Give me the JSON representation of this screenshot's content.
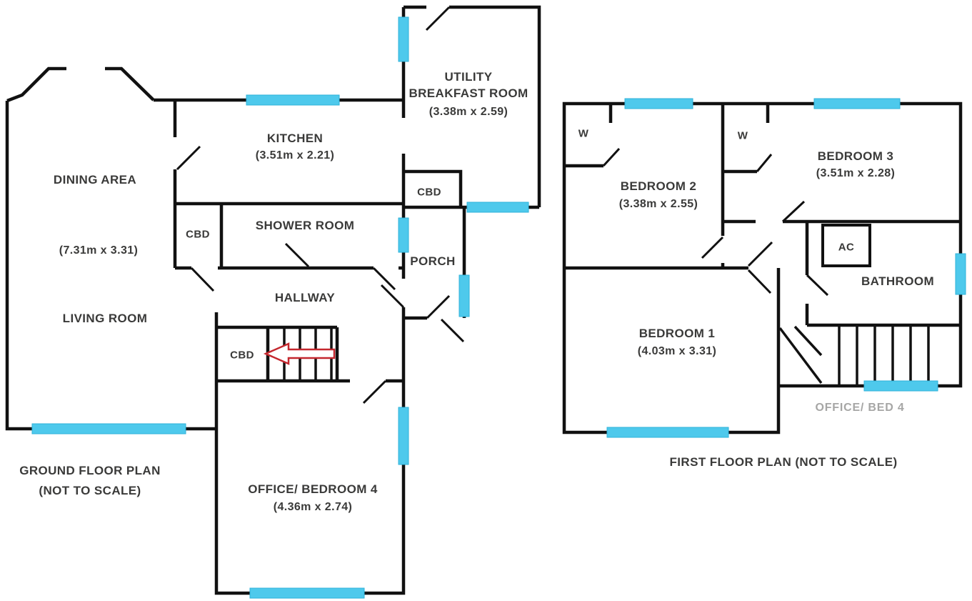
{
  "colors": {
    "wall": "#111111",
    "window_fill": "#4ec9ec",
    "window_stroke": "#2fb2da",
    "text": "#3a3a39",
    "muted_text": "#a6a6a5",
    "arrow": "#c4272e",
    "background": "#ffffff"
  },
  "ground_floor": {
    "title_line1": "GROUND FLOOR PLAN",
    "title_line2": "(NOT TO SCALE)",
    "rooms": {
      "dining": {
        "name": "DINING AREA",
        "dims": "(7.31m x 3.31)"
      },
      "living": {
        "name": "LIVING ROOM"
      },
      "kitchen": {
        "name": "KITCHEN",
        "dims": "(3.51m x 2.21)"
      },
      "utility": {
        "name_line1": "UTILITY",
        "name_line2": "BREAKFAST ROOM",
        "dims": "(3.38m x 2.59)"
      },
      "shower": {
        "name": "SHOWER ROOM"
      },
      "porch": {
        "name": "PORCH"
      },
      "hallway": {
        "name": "HALLWAY"
      },
      "office": {
        "name": "OFFICE/ BEDROOM 4",
        "dims": "(4.36m x 2.74)"
      },
      "cbd_utility": {
        "name": "CBD"
      },
      "cbd_shower": {
        "name": "CBD"
      },
      "cbd_stairs": {
        "name": "CBD"
      }
    }
  },
  "first_floor": {
    "title": "FIRST FLOOR PLAN (NOT TO SCALE)",
    "rooms": {
      "bedroom1": {
        "name": "BEDROOM 1",
        "dims": "(4.03m x 3.31)"
      },
      "bedroom2": {
        "name": "BEDROOM 2",
        "dims": "(3.38m x 2.55)"
      },
      "bedroom3": {
        "name": "BEDROOM 3",
        "dims": "(3.51m x 2.28)"
      },
      "bathroom": {
        "name": "BATHROOM"
      },
      "office_bed4": {
        "name": "OFFICE/ BED 4"
      },
      "wardrobe1": {
        "name": "W"
      },
      "wardrobe2": {
        "name": "W"
      },
      "ac_unit": {
        "name": "AC"
      }
    }
  }
}
